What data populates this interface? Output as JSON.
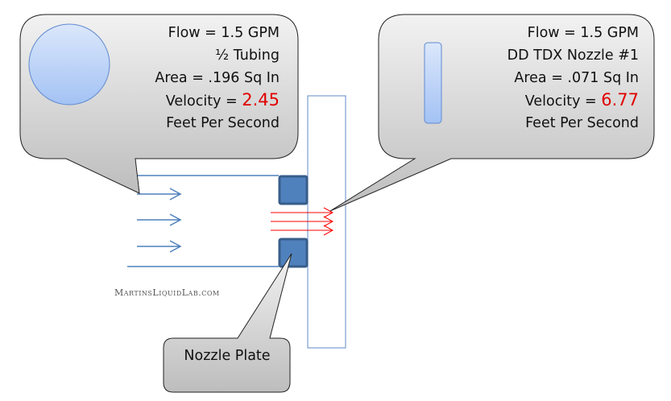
{
  "left_callout": {
    "flow": "Flow = 1.5 GPM",
    "label": "½ Tubing",
    "area": "Area = .196 Sq In",
    "velocity_label": "Velocity = ",
    "velocity_value": "2.45",
    "unit": "Feet Per Second"
  },
  "right_callout": {
    "flow": "Flow = 1.5 GPM",
    "label": "DD TDX Nozzle #1",
    "area": "Area = .071 Sq In",
    "velocity_label": "Velocity = ",
    "velocity_value": "6.77",
    "unit": "Feet Per Second"
  },
  "nozzle_callout": {
    "label": "Nozzle Plate"
  },
  "watermark": "MartinsLiquidLab.com",
  "colors": {
    "pipe": "#4f81bd",
    "jet": "#ff0000",
    "velocity": "#e00000"
  }
}
